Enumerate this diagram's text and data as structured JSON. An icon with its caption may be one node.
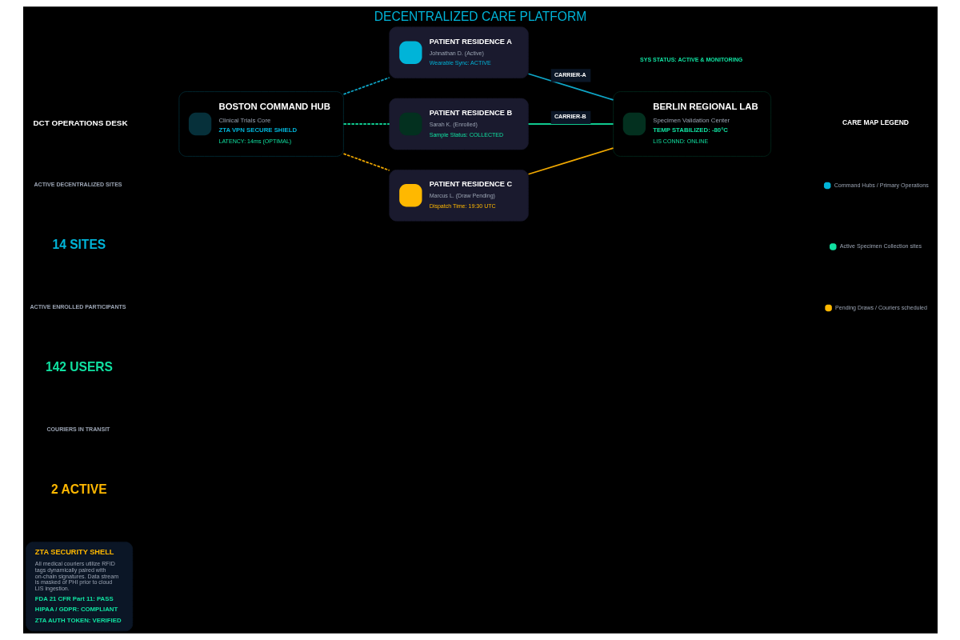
{
  "diagram": {
    "title": "DECENTRALIZED CARE PLATFORM",
    "nodes": [
      {
        "text": [
          "BOSTON COMMAND HUB",
          "Clinical Trials Core",
          "ZTA VPN SECURE SHIELD",
          "LATENCY: 14ms (OPTIMAL)"
        ]
      },
      {
        "text": [
          "PATIENT RESIDENCE A",
          "Johnathan D. (Active)",
          "Wearable Sync: ACTIVE"
        ]
      },
      {
        "text": [
          "BERLIN REGIONAL LAB",
          "Specimen Validation Center",
          "TEMP STABILIZED: -80°C",
          "LIS CONND: ONLINE"
        ]
      },
      {
        "text": [
          "PATIENT RESIDENCE B",
          "Sarah K. (Enrolled)",
          "Sample Status: COLLECTED"
        ]
      },
      {
        "text": [
          "PATIENT RESIDENCE C",
          "Marcus L. (Draw Pending)",
          "Dispatch Time: 19:30 UTC"
        ]
      },
      {
        "text": [
          "ZTA SECURITY SHELL",
          "All medical couriers utilize RFID tags dynamically paired with on-chain signatures. Data stream is masked of PHI prior to cloud LIS ingestion.",
          "FDA 21 CFR Part 11: PASS",
          "HIPAA / GDPR: COMPLIANT",
          "ZTA AUTH TOKEN: VERIFIED"
        ]
      }
    ],
    "edges": [
      {
        "from": 0,
        "to": 1,
        "arrow": "none",
        "style": "dashed",
        "color": "#0ea5c6"
      },
      {
        "from": 1,
        "to": 2,
        "arrow": "none",
        "label": "CARRIER-A",
        "color": "#0ea5c6"
      },
      {
        "from": 0,
        "to": 3,
        "arrow": "none",
        "style": "dashed",
        "color": "#10c98f"
      },
      {
        "from": 3,
        "to": 2,
        "arrow": "none",
        "label": "CARRIER-B",
        "color": "#10c98f"
      },
      {
        "from": 0,
        "to": 4,
        "arrow": "none",
        "style": "dashed",
        "color": "#f0a800"
      },
      {
        "from": 4,
        "to": 2,
        "arrow": "none",
        "color": "#f0a800"
      }
    ],
    "labels": [
      "SYS STATUS: ACTIVE & MONITORING",
      "DCT OPERATIONS DESK",
      "ACTIVE DECENTRALIZED SITES",
      "14 SITES",
      "ACTIVE ENROLLED PARTICIPANTS",
      "142 USERS",
      "COURIERS IN TRANSIT",
      "2 ACTIVE",
      "CARE MAP LEGEND"
    ],
    "legend": [
      {
        "text": "Command Hubs / Primary Operations",
        "color": "#00b4d8"
      },
      {
        "text": "Active Specimen Collection sites",
        "color": "#10e0a0"
      },
      {
        "text": "Pending Draws / Couriers scheduled",
        "color": "#ffb800"
      }
    ]
  }
}
